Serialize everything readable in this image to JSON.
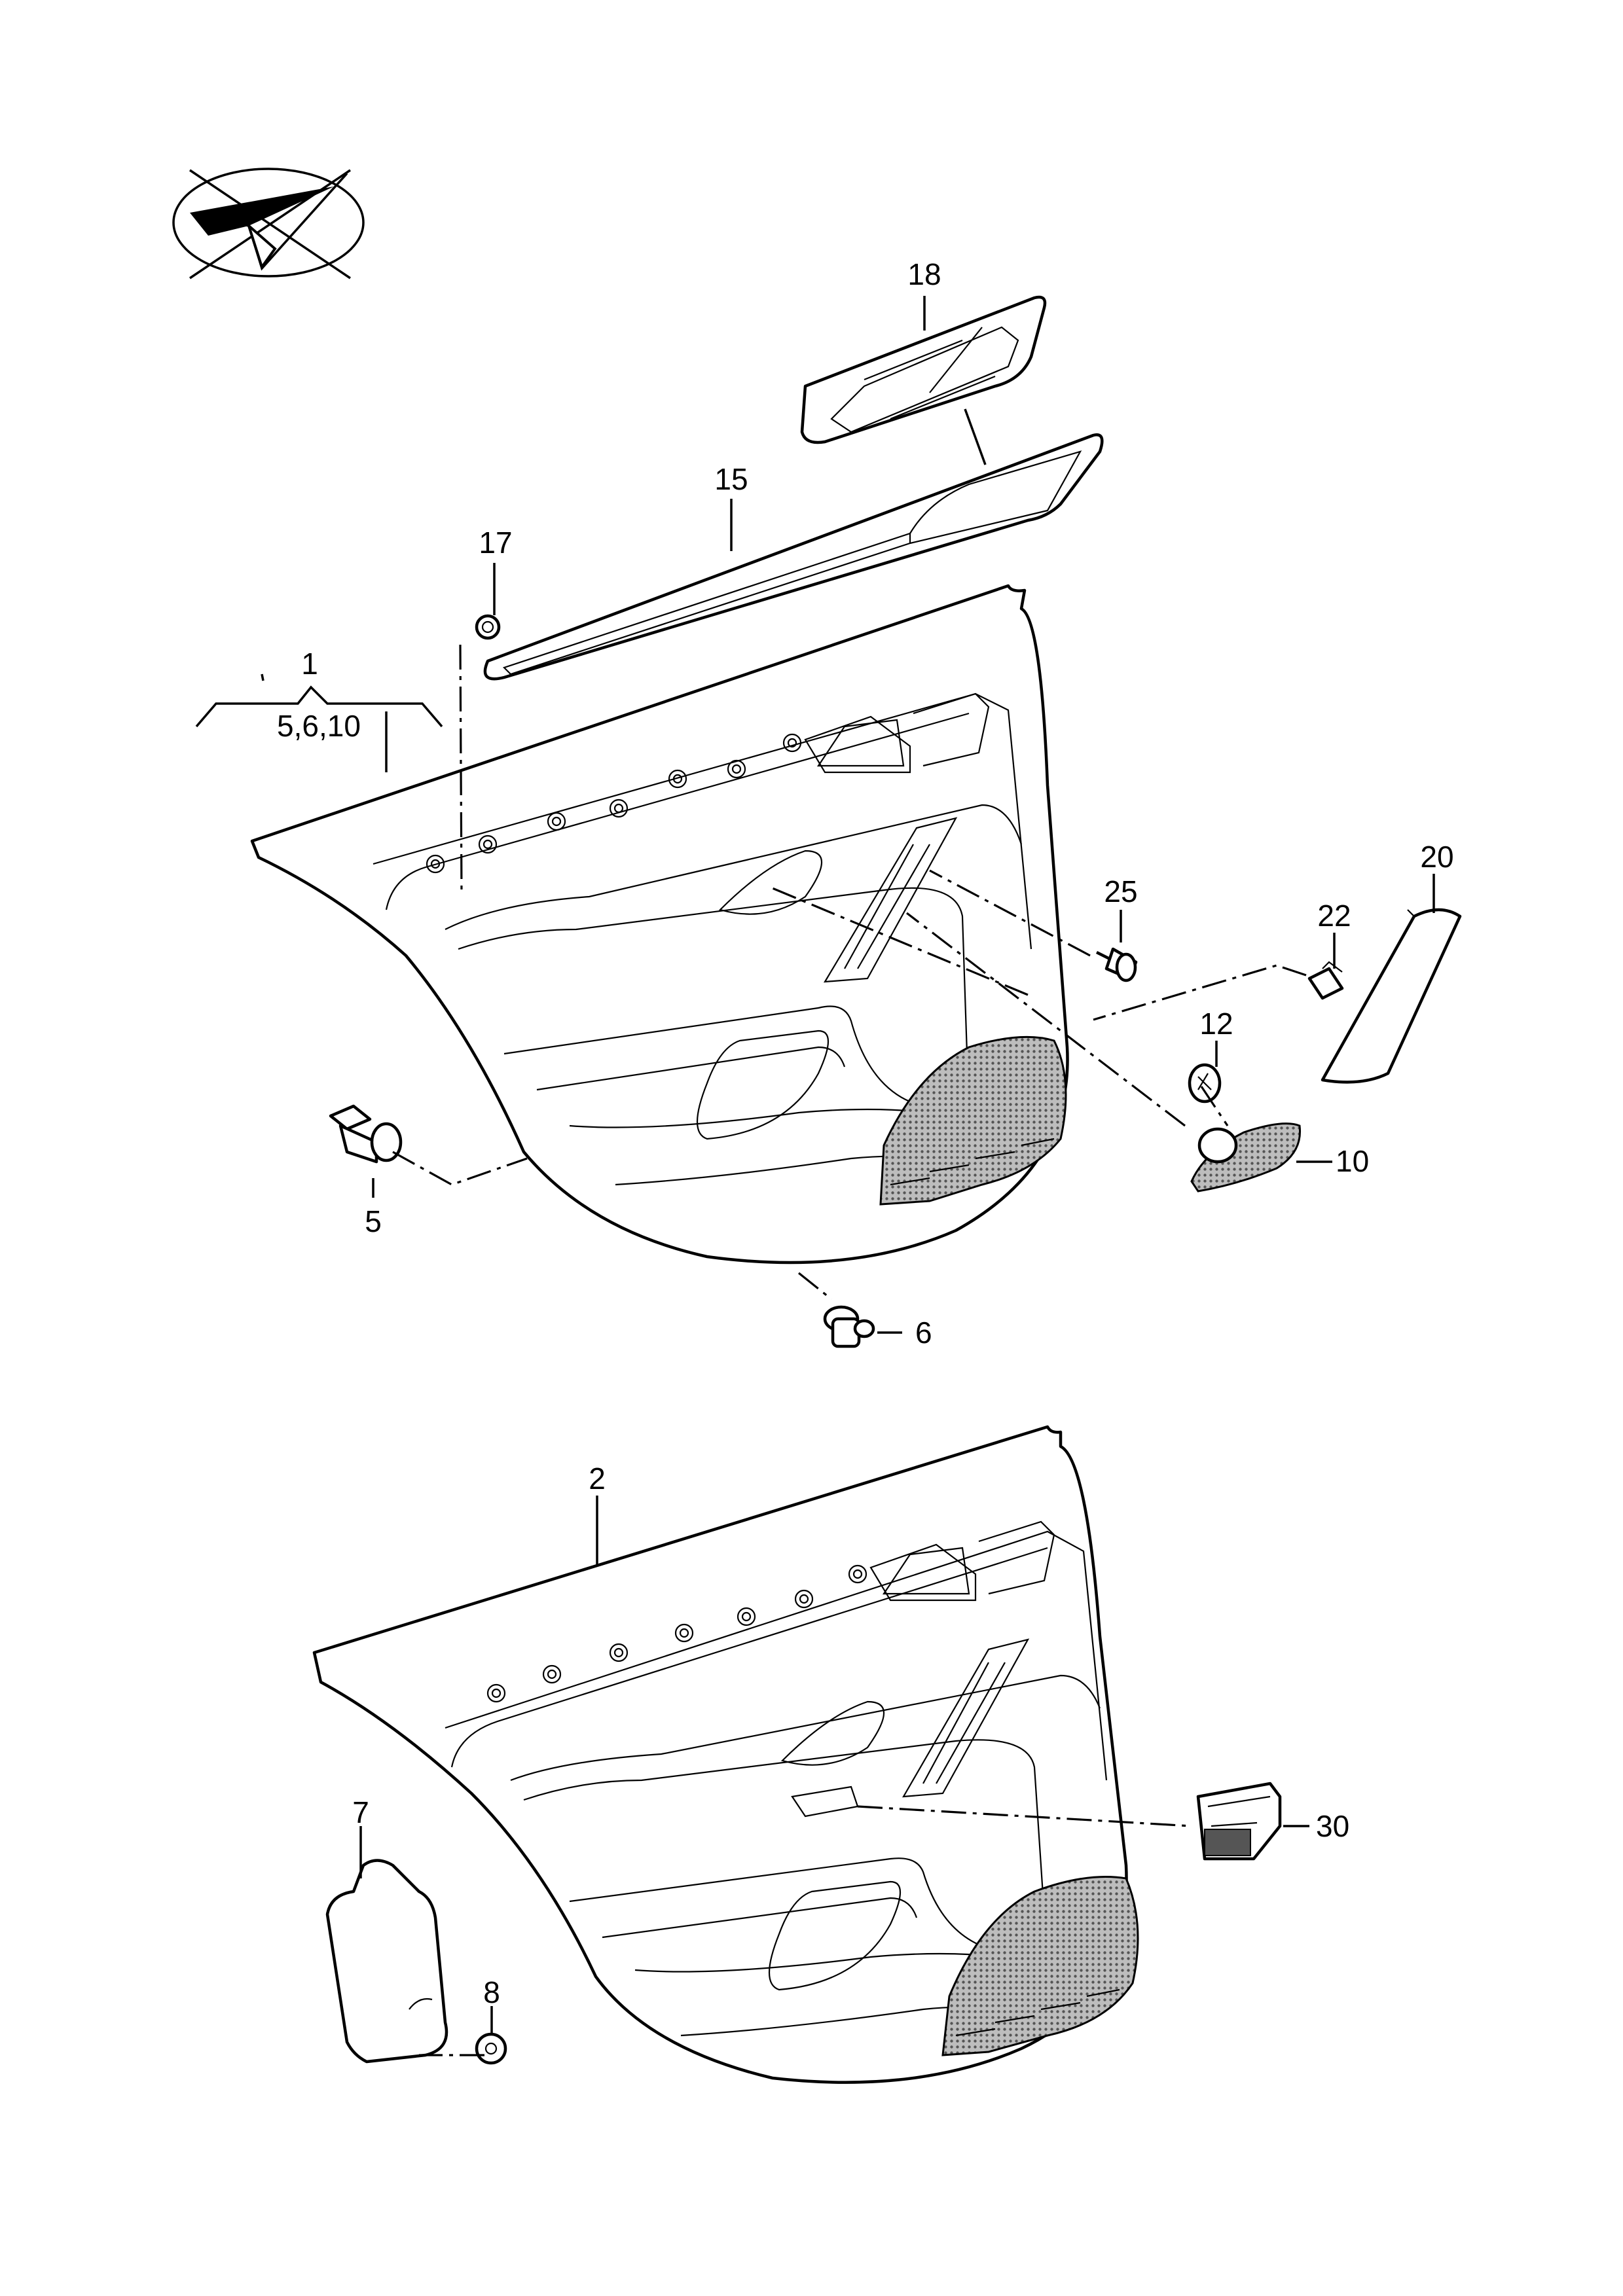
{
  "callouts": {
    "c1": "1",
    "c1_sub": "5,6,10",
    "c2": "2",
    "c5": "5",
    "c6": "6",
    "c7": "7",
    "c8": "8",
    "c10": "10",
    "c12": "12",
    "c15": "15",
    "c17": "17",
    "c18": "18",
    "c20": "20",
    "c22": "22",
    "c25": "25",
    "c30": "30"
  },
  "icons": {
    "logo": "paper-plane-check-in-crossed-ellipse"
  }
}
